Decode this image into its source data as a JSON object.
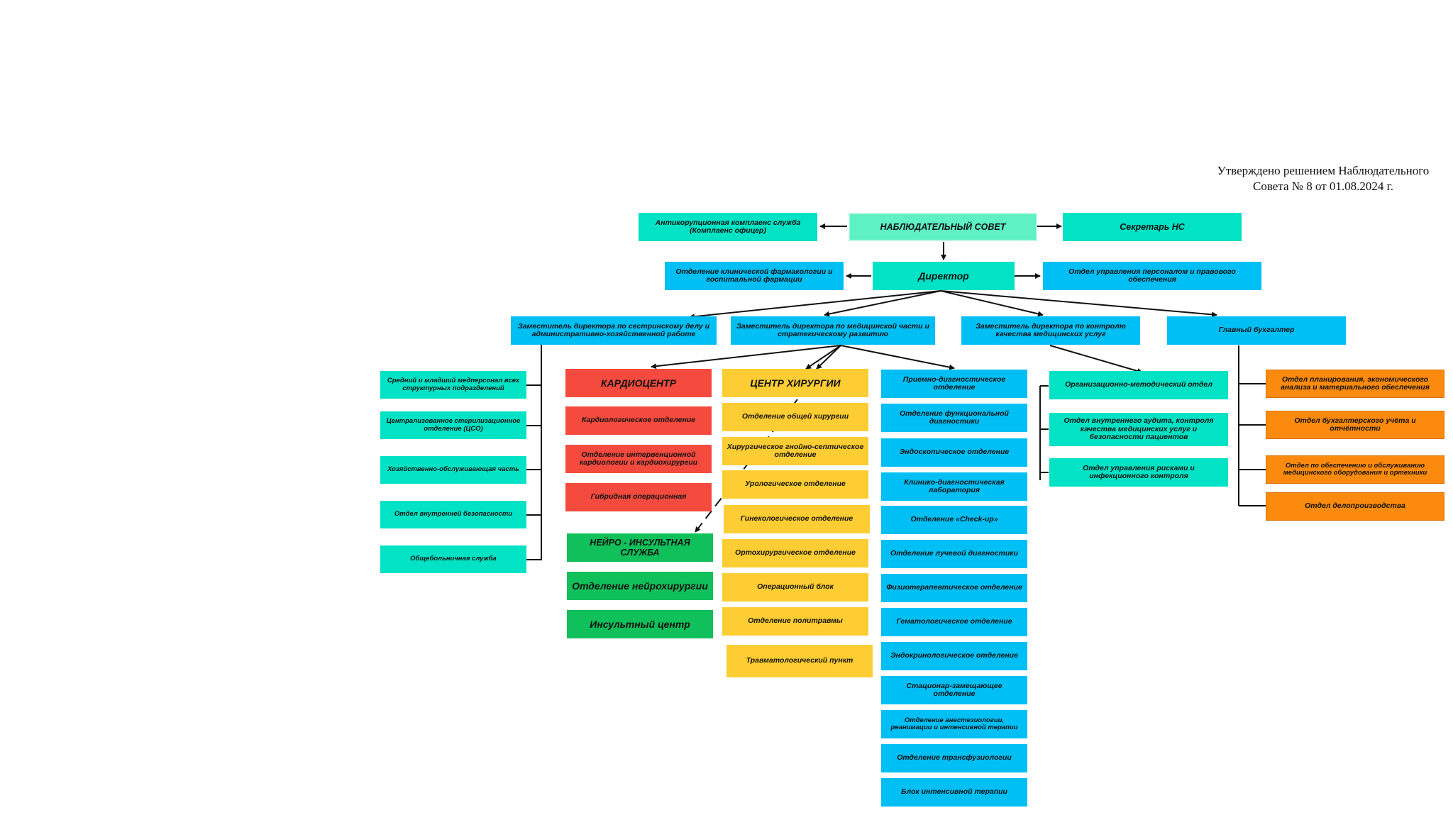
{
  "approval": {
    "line1": "Утверждено решением Наблюдательного",
    "line2": "Совета № 8 от 01.08.2024 г."
  },
  "top": {
    "anticorruption": "Антикорупционная комплаенс служба (Комплаенс офицер)",
    "board": "НАБЛЮДАТЕЛЬНЫЙ СОВЕТ",
    "secretary": "Секретарь НС",
    "pharmacology": "Отделение клинической фармакологии и госпитальной фармации",
    "director": "Директор",
    "personnel": "Отдел управления персоналом и правового обеспечения"
  },
  "deputies": {
    "nursing": "Заместитель директора по сестринскому делу и административно-хозяйственной работе",
    "medical": "Заместитель директора по медицинской части и стратегическому развитию",
    "quality": "Заместитель директора по контролю качества медицинских услуг",
    "accountant": "Главный бухгалтер"
  },
  "nursing_units": [
    "Средний и младший медперсонал всех структурных подразделений",
    "Централизованное стерилизационное отделение (ЦСО)",
    "Хозяйственно-обслуживающая часть",
    "Отдел внутренней безопасности",
    "Общебольничная служба"
  ],
  "cardio": {
    "title": "КАРДИОЦЕНТР",
    "units": [
      "Кардиологическое отделение",
      "Отделение интервенционной кардиологии и кардиохирургии",
      "Гибридная операционная"
    ]
  },
  "neuro": {
    "title": "НЕЙРО - ИНСУЛЬТНАЯ СЛУЖБА",
    "units": [
      "Отделение нейрохирургии",
      "Инсультный центр"
    ]
  },
  "surgery": {
    "title": "ЦЕНТР ХИРУРГИИ",
    "units": [
      "Отделение общей хирургии",
      "Хирургическое гнойно-септическое отделение",
      "Урологическое отделение",
      "Гинекологическое отделение",
      "Ортохирургическое отделение",
      "Операционный блок",
      "Отделение политравмы",
      "Травматологический пункт"
    ]
  },
  "diagnostic_units": [
    "Приемно-диагностическое отделение",
    "Отделение функциональной диагностики",
    "Эндоскопическое отделение",
    "Клинико-диагностическая лаборатория",
    "Отделение «Check-up»",
    "Отделение лучевой диагностики",
    "Физиотерапевтическое отделение",
    "Гематологическое отделение",
    "Эндокринологическое отделение",
    "Стационар-замещающее отделение",
    "Отделение анестезиологии, реанимации и интенсивной терапии",
    "Отделение трансфузиологии",
    "Блок интенсивной терапии"
  ],
  "quality_units": [
    "Организационно-методический отдел",
    "Отдел внутреннего аудита, контроля качества медицинских услуг и безопасности пациентов",
    "Отдел управления рисками и инфекционного контроля"
  ],
  "finance_units": [
    "Отдел планирования, экономического анализа и материального обеспечения",
    "Отдел бухгалтерского учёта и отчётности",
    "Отдел по обеспечению и обслуживанию медицинского оборудования и ортехники",
    "Отдел делопроизводства"
  ],
  "colors": {
    "teal": "#02e2c4",
    "cyan": "#00bff5",
    "red": "#f44b3e",
    "yellow": "#fecd33",
    "green": "#10c05a",
    "orange": "#fb8a0e"
  }
}
